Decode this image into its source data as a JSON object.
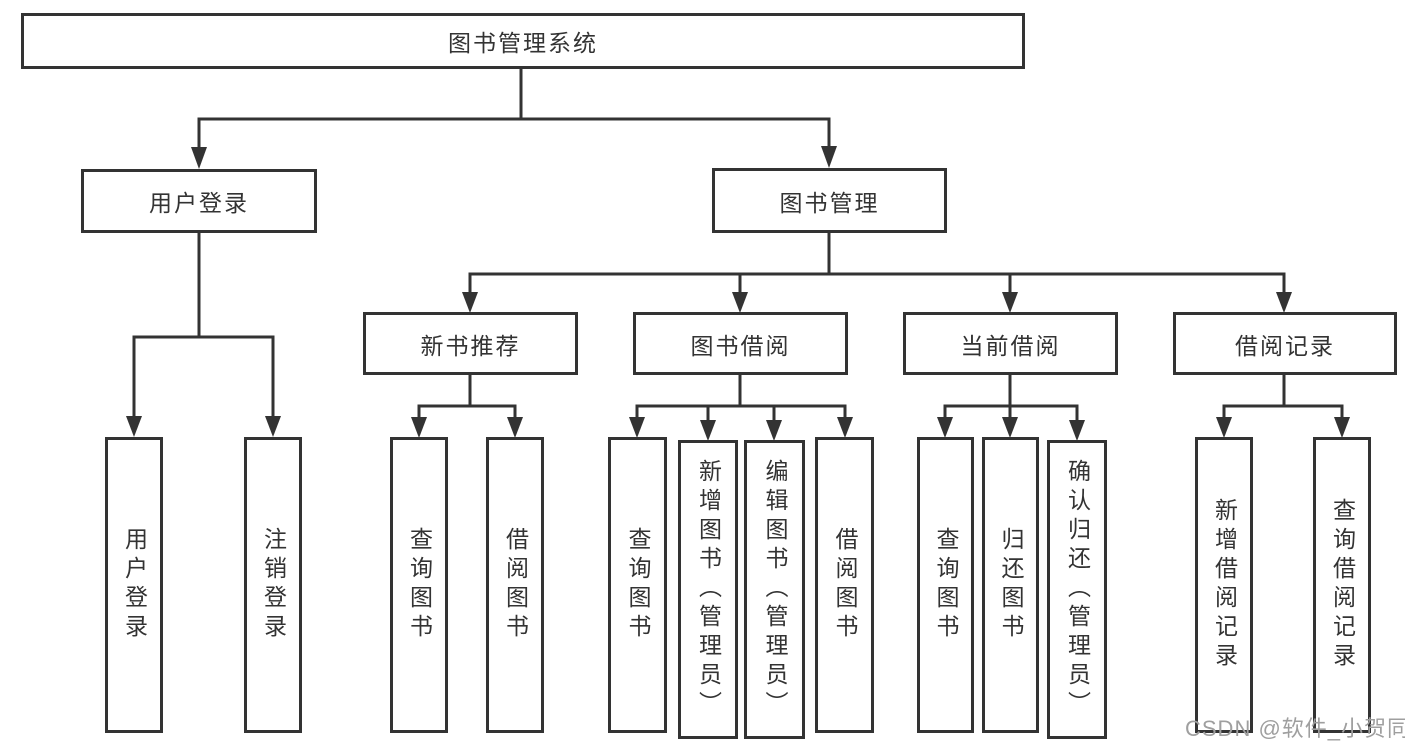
{
  "diagram": {
    "root": "图书管理系统",
    "level1": {
      "user_login": "用户登录",
      "book_mgmt": "图书管理"
    },
    "level2": {
      "new_books": "新书推荐",
      "borrow": "图书借阅",
      "current": "当前借阅",
      "records": "借阅记录"
    },
    "leaves": {
      "user_login": [
        "用户登录",
        "注销登录"
      ],
      "new_books": [
        "查询图书",
        "借阅图书"
      ],
      "borrow": [
        "查询图书",
        "新增图书（管理员）",
        "编辑图书（管理员）",
        "借阅图书"
      ],
      "current": [
        "查询图书",
        "归还图书",
        "确认归还（管理员）"
      ],
      "records": [
        "新增借阅记录",
        "查询借阅记录"
      ]
    }
  },
  "watermark": "CSDN @软件_小贺同学",
  "colors": {
    "line": "#333333",
    "text": "#333333",
    "box_background": "#ffffff",
    "page_background": "#ffffff",
    "watermark": "#9f9f9f"
  }
}
